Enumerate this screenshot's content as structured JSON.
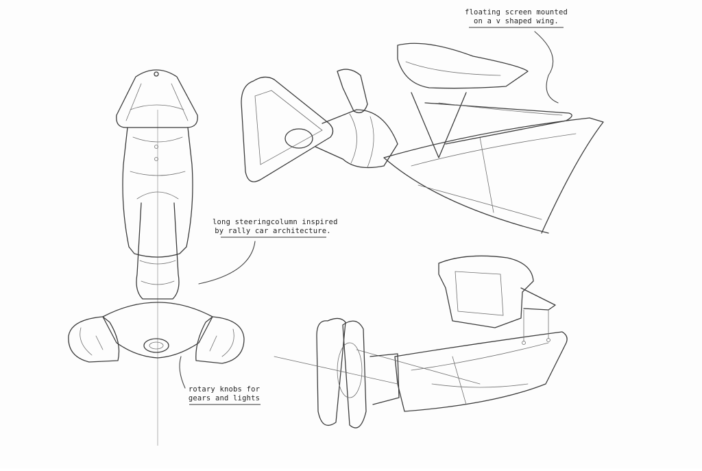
{
  "annotations": {
    "screen": {
      "line1": "floating screen mounted",
      "line2": "on a v shaped wing."
    },
    "column": {
      "line1": "long steeringcolumn inspired",
      "line2": "by rally car architecture."
    },
    "knobs": {
      "line1": "rotary knobs for",
      "line2": "gears and lights"
    }
  },
  "colors": {
    "paper": "#fdfdfd",
    "ink": "#3a3a3a"
  }
}
